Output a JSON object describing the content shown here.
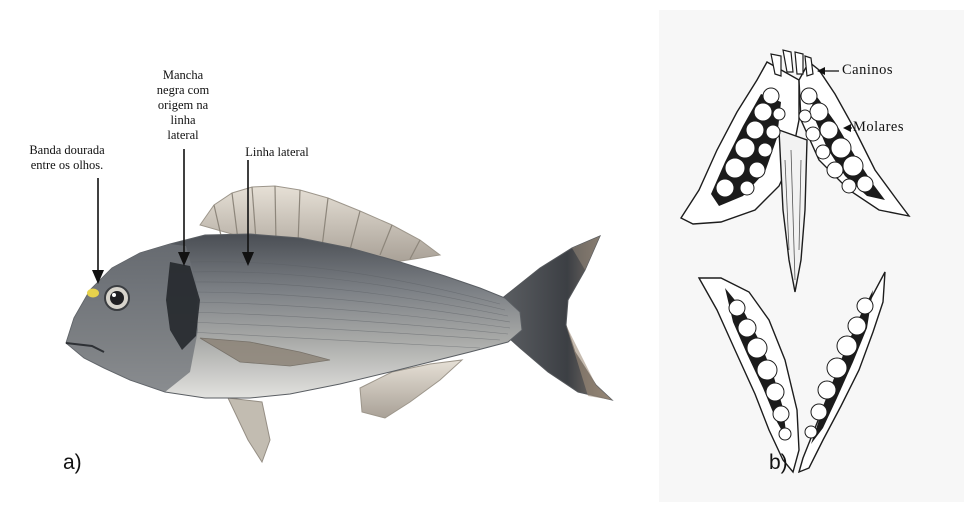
{
  "panel_a": {
    "letter": "a)",
    "annotations": {
      "banda": "Banda dourada\nentre os olhos.",
      "mancha": "Mancha\nnegra com\norigem na\nlinha\nlateral",
      "linha": "Linha lateral"
    }
  },
  "panel_b": {
    "letter": "b)",
    "annotations": {
      "caninos": "Caninos",
      "molares": "Molares"
    }
  },
  "colors": {
    "fish_body": "#8f9296",
    "fish_dark": "#3f4247",
    "fish_belly": "#d8d9d7",
    "gold_band": "#e7d24c",
    "fin": "#b9b2a6",
    "ink": "#111111"
  }
}
